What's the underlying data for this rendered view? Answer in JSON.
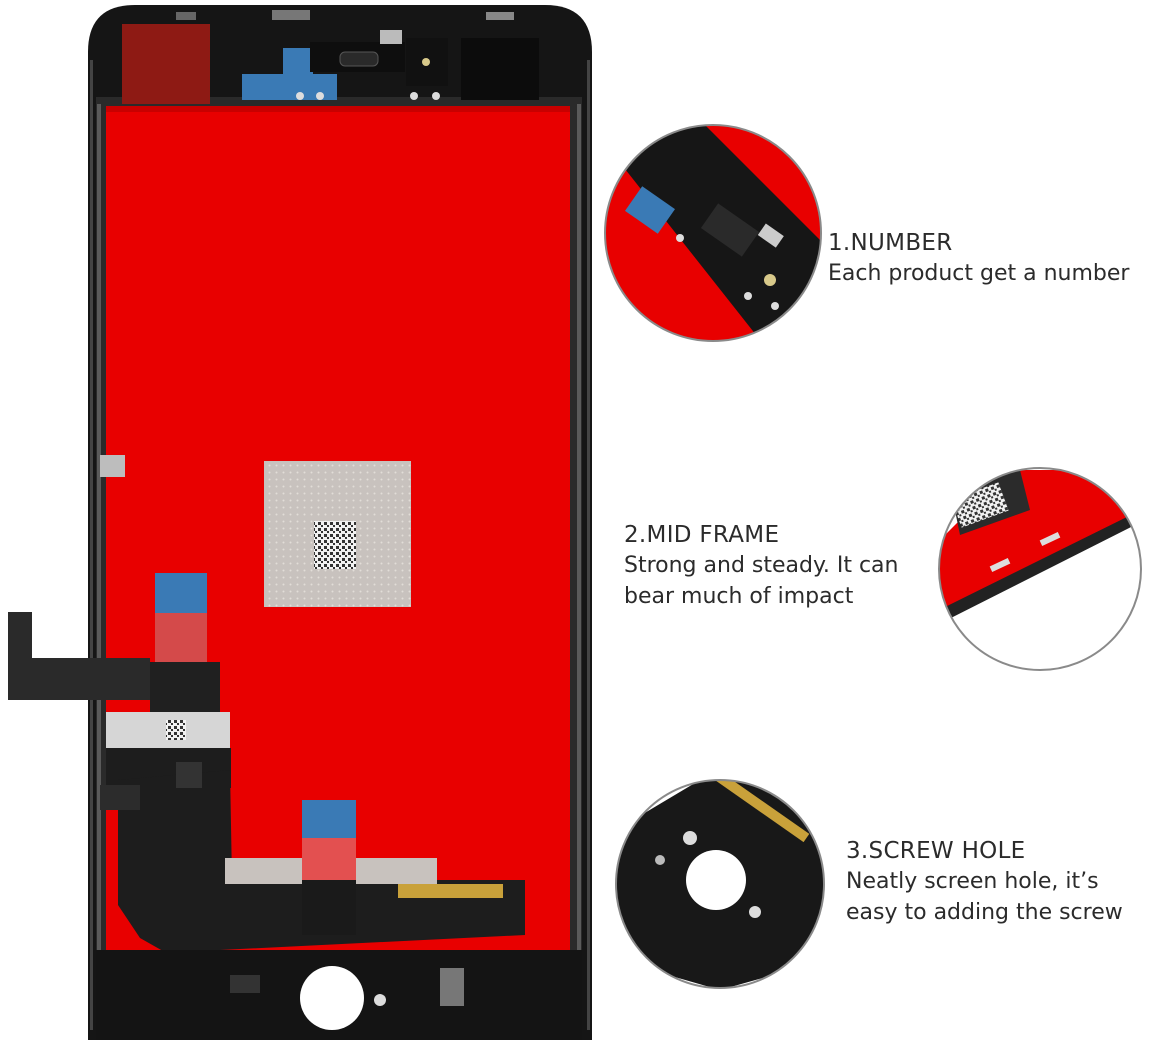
{
  "colors": {
    "panel_red": "#e80000",
    "frame_black": "#141414",
    "flex_black": "#1d1d1d",
    "heat_shield": "#c9c3bf",
    "connector_blue": "#3a7ab5",
    "text": "#2b2b2b",
    "circle_border": "#8a8a8a"
  },
  "callouts": [
    {
      "title": "1.NUMBER",
      "description": [
        "Each product get a number"
      ]
    },
    {
      "title": "2.MID FRAME",
      "description": [
        "Strong and steady. It can",
        "bear much of impact"
      ]
    },
    {
      "title": "3.SCREW HOLE",
      "description": [
        "Neatly screen hole, it’s",
        "easy to adding the screw"
      ]
    }
  ]
}
